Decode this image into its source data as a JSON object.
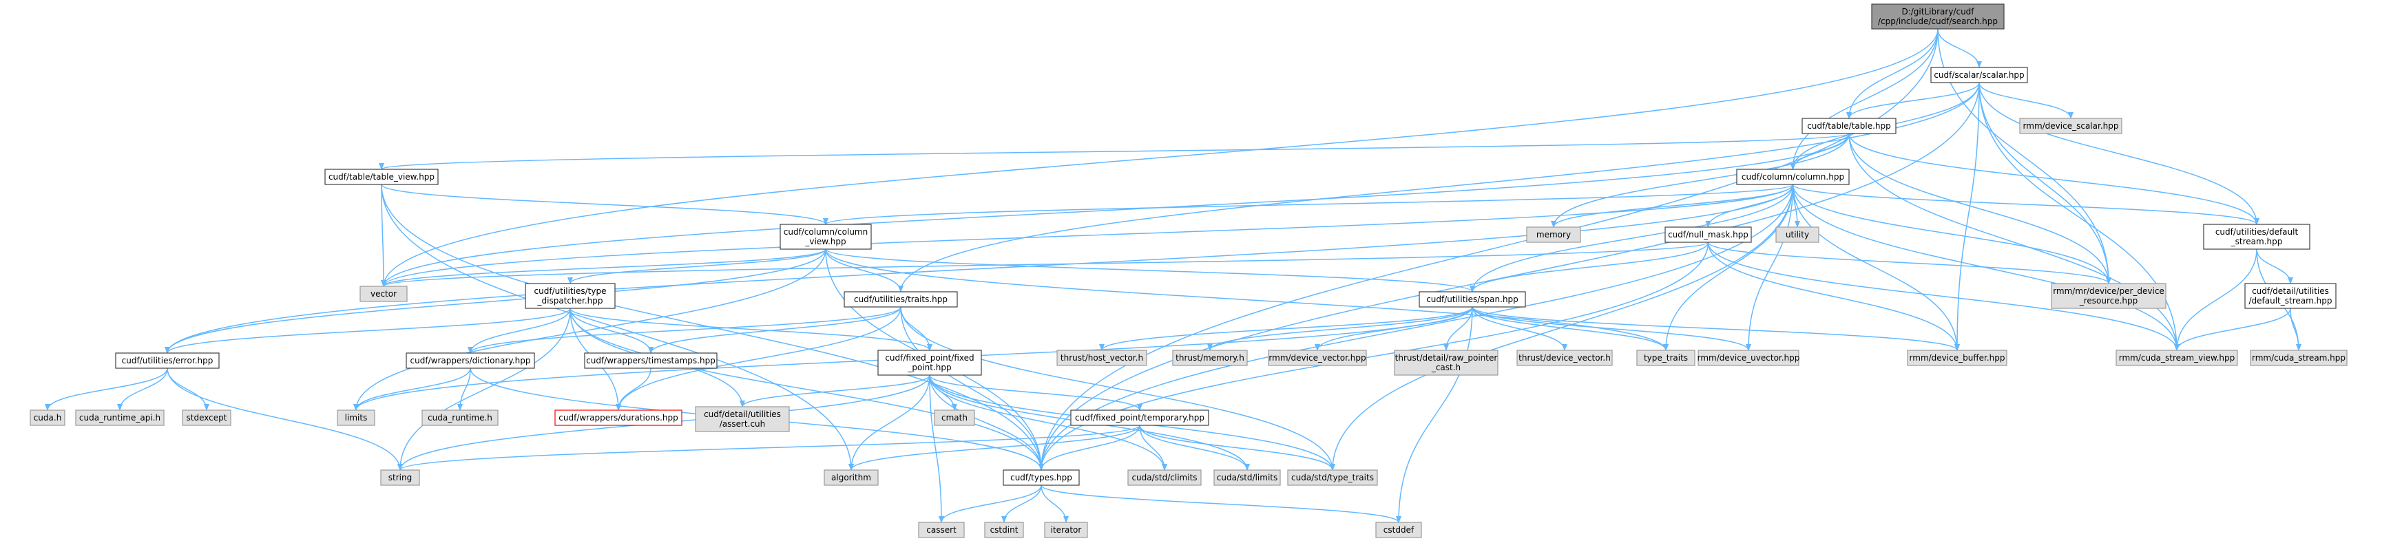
{
  "colors": {
    "edge": "#63b8ff",
    "node_fill": "#ffffff",
    "node_border": "#404040",
    "external_fill": "#e0e0e0",
    "external_border": "#999999",
    "root_fill": "#999999",
    "missing_border": "#ff0000"
  },
  "nodes": [
    {
      "id": "root",
      "lines": [
        "D:/gitLibrary/cudf",
        "/cpp/include/cudf/search.hpp"
      ],
      "kind": "root"
    },
    {
      "id": "scalar",
      "lines": [
        "cudf/scalar/scalar.hpp"
      ],
      "kind": "normal"
    },
    {
      "id": "rmm_scalar",
      "lines": [
        "rmm/device_scalar.hpp"
      ],
      "kind": "external"
    },
    {
      "id": "table",
      "lines": [
        "cudf/table/table.hpp"
      ],
      "kind": "normal"
    },
    {
      "id": "table_view",
      "lines": [
        "cudf/table/table_view.hpp"
      ],
      "kind": "normal"
    },
    {
      "id": "column",
      "lines": [
        "cudf/column/column.hpp"
      ],
      "kind": "normal"
    },
    {
      "id": "column_view",
      "lines": [
        "cudf/column/column",
        "_view.hpp"
      ],
      "kind": "normal"
    },
    {
      "id": "memory",
      "lines": [
        "memory"
      ],
      "kind": "external"
    },
    {
      "id": "utility",
      "lines": [
        "utility"
      ],
      "kind": "external"
    },
    {
      "id": "null_mask",
      "lines": [
        "cudf/null_mask.hpp"
      ],
      "kind": "normal"
    },
    {
      "id": "default_stream",
      "lines": [
        "cudf/utilities/default",
        "_stream.hpp"
      ],
      "kind": "normal"
    },
    {
      "id": "per_device",
      "lines": [
        "rmm/mr/device/per_device",
        "_resource.hpp"
      ],
      "kind": "external"
    },
    {
      "id": "vector",
      "lines": [
        "vector"
      ],
      "kind": "external"
    },
    {
      "id": "type_dispatcher",
      "lines": [
        "cudf/utilities/type",
        "_dispatcher.hpp"
      ],
      "kind": "normal"
    },
    {
      "id": "traits",
      "lines": [
        "cudf/utilities/traits.hpp"
      ],
      "kind": "normal"
    },
    {
      "id": "span",
      "lines": [
        "cudf/utilities/span.hpp"
      ],
      "kind": "normal"
    },
    {
      "id": "detail_default_stream",
      "lines": [
        "cudf/detail/utilities",
        "/default_stream.hpp"
      ],
      "kind": "normal"
    },
    {
      "id": "error",
      "lines": [
        "cudf/utilities/error.hpp"
      ],
      "kind": "normal"
    },
    {
      "id": "dictionary",
      "lines": [
        "cudf/wrappers/dictionary.hpp"
      ],
      "kind": "normal"
    },
    {
      "id": "timestamps",
      "lines": [
        "cudf/wrappers/timestamps.hpp"
      ],
      "kind": "normal"
    },
    {
      "id": "fixed_point",
      "lines": [
        "cudf/fixed_point/fixed",
        "_point.hpp"
      ],
      "kind": "normal"
    },
    {
      "id": "thrust_host_vector",
      "lines": [
        "thrust/host_vector.h"
      ],
      "kind": "external"
    },
    {
      "id": "thrust_memory",
      "lines": [
        "thrust/memory.h"
      ],
      "kind": "external"
    },
    {
      "id": "rmm_device_vector",
      "lines": [
        "rmm/device_vector.hpp"
      ],
      "kind": "external"
    },
    {
      "id": "thrust_raw_pointer",
      "lines": [
        "thrust/detail/raw_pointer",
        "_cast.h"
      ],
      "kind": "external"
    },
    {
      "id": "thrust_device_vector",
      "lines": [
        "thrust/device_vector.h"
      ],
      "kind": "external"
    },
    {
      "id": "type_traits",
      "lines": [
        "type_traits"
      ],
      "kind": "external"
    },
    {
      "id": "rmm_device_uvector",
      "lines": [
        "rmm/device_uvector.hpp"
      ],
      "kind": "external"
    },
    {
      "id": "rmm_device_buffer",
      "lines": [
        "rmm/device_buffer.hpp"
      ],
      "kind": "external"
    },
    {
      "id": "rmm_cuda_stream_view",
      "lines": [
        "rmm/cuda_stream_view.hpp"
      ],
      "kind": "external"
    },
    {
      "id": "rmm_cuda_stream",
      "lines": [
        "rmm/cuda_stream.hpp"
      ],
      "kind": "external"
    },
    {
      "id": "cuda_h",
      "lines": [
        "cuda.h"
      ],
      "kind": "external"
    },
    {
      "id": "cuda_runtime_api",
      "lines": [
        "cuda_runtime_api.h"
      ],
      "kind": "external"
    },
    {
      "id": "stdexcept",
      "lines": [
        "stdexcept"
      ],
      "kind": "external"
    },
    {
      "id": "limits",
      "lines": [
        "limits"
      ],
      "kind": "external"
    },
    {
      "id": "cuda_runtime",
      "lines": [
        "cuda_runtime.h"
      ],
      "kind": "external"
    },
    {
      "id": "durations",
      "lines": [
        "cudf/wrappers/durations.hpp"
      ],
      "kind": "missing"
    },
    {
      "id": "assert_cuh",
      "lines": [
        "cudf/detail/utilities",
        "/assert.cuh"
      ],
      "kind": "external"
    },
    {
      "id": "cmath",
      "lines": [
        "cmath"
      ],
      "kind": "external"
    },
    {
      "id": "temporary",
      "lines": [
        "cudf/fixed_point/temporary.hpp"
      ],
      "kind": "normal"
    },
    {
      "id": "string",
      "lines": [
        "string"
      ],
      "kind": "external"
    },
    {
      "id": "algorithm",
      "lines": [
        "algorithm"
      ],
      "kind": "external"
    },
    {
      "id": "types",
      "lines": [
        "cudf/types.hpp"
      ],
      "kind": "normal"
    },
    {
      "id": "cuda_std_climits",
      "lines": [
        "cuda/std/climits"
      ],
      "kind": "external"
    },
    {
      "id": "cuda_std_limits",
      "lines": [
        "cuda/std/limits"
      ],
      "kind": "external"
    },
    {
      "id": "cuda_std_type_traits",
      "lines": [
        "cuda/std/type_traits"
      ],
      "kind": "external"
    },
    {
      "id": "cassert",
      "lines": [
        "cassert"
      ],
      "kind": "external"
    },
    {
      "id": "cstdint",
      "lines": [
        "cstdint"
      ],
      "kind": "external"
    },
    {
      "id": "iterator",
      "lines": [
        "iterator"
      ],
      "kind": "external"
    },
    {
      "id": "cstddef",
      "lines": [
        "cstddef"
      ],
      "kind": "external"
    }
  ],
  "edges": [
    [
      "root",
      "scalar"
    ],
    [
      "root",
      "table"
    ],
    [
      "root",
      "column"
    ],
    [
      "root",
      "vector"
    ],
    [
      "root",
      "per_device"
    ],
    [
      "root",
      "types"
    ],
    [
      "scalar",
      "rmm_scalar"
    ],
    [
      "scalar",
      "table"
    ],
    [
      "scalar",
      "column"
    ],
    [
      "scalar",
      "traits"
    ],
    [
      "scalar",
      "default_stream"
    ],
    [
      "scalar",
      "per_device"
    ],
    [
      "scalar",
      "rmm_cuda_stream_view"
    ],
    [
      "scalar",
      "rmm_device_buffer"
    ],
    [
      "scalar",
      "types"
    ],
    [
      "table",
      "table_view"
    ],
    [
      "table",
      "column"
    ],
    [
      "table",
      "default_stream"
    ],
    [
      "table",
      "per_device"
    ],
    [
      "table",
      "memory"
    ],
    [
      "table",
      "vector"
    ],
    [
      "table",
      "rmm_cuda_stream_view"
    ],
    [
      "table_view",
      "column_view"
    ],
    [
      "table_view",
      "vector"
    ],
    [
      "table_view",
      "types"
    ],
    [
      "table_view",
      "algorithm"
    ],
    [
      "column",
      "column_view"
    ],
    [
      "column",
      "null_mask"
    ],
    [
      "column",
      "memory"
    ],
    [
      "column",
      "utility"
    ],
    [
      "column",
      "default_stream"
    ],
    [
      "column",
      "per_device"
    ],
    [
      "column",
      "span"
    ],
    [
      "column",
      "type_traits"
    ],
    [
      "column",
      "rmm_device_uvector"
    ],
    [
      "column",
      "rmm_device_buffer"
    ],
    [
      "column",
      "rmm_cuda_stream_view"
    ],
    [
      "column",
      "vector"
    ],
    [
      "column",
      "error"
    ],
    [
      "column",
      "types"
    ],
    [
      "column",
      "cuda_std_type_traits"
    ],
    [
      "column_view",
      "type_dispatcher"
    ],
    [
      "column_view",
      "traits"
    ],
    [
      "column_view",
      "span"
    ],
    [
      "column_view",
      "vector"
    ],
    [
      "column_view",
      "error"
    ],
    [
      "column_view",
      "limits"
    ],
    [
      "column_view",
      "types"
    ],
    [
      "column_view",
      "type_traits"
    ],
    [
      "null_mask",
      "span"
    ],
    [
      "null_mask",
      "per_device"
    ],
    [
      "null_mask",
      "rmm_device_buffer"
    ],
    [
      "null_mask",
      "vector"
    ],
    [
      "null_mask",
      "types"
    ],
    [
      "null_mask",
      "rmm_cuda_stream_view"
    ],
    [
      "default_stream",
      "detail_default_stream"
    ],
    [
      "default_stream",
      "rmm_cuda_stream_view"
    ],
    [
      "default_stream",
      "rmm_cuda_stream"
    ],
    [
      "detail_default_stream",
      "rmm_cuda_stream_view"
    ],
    [
      "detail_default_stream",
      "rmm_cuda_stream"
    ],
    [
      "type_dispatcher",
      "error"
    ],
    [
      "type_dispatcher",
      "dictionary"
    ],
    [
      "type_dispatcher",
      "timestamps"
    ],
    [
      "type_dispatcher",
      "durations"
    ],
    [
      "type_dispatcher",
      "fixed_point"
    ],
    [
      "type_dispatcher",
      "assert_cuh"
    ],
    [
      "type_dispatcher",
      "types"
    ],
    [
      "type_dispatcher",
      "string"
    ],
    [
      "traits",
      "dictionary"
    ],
    [
      "traits",
      "timestamps"
    ],
    [
      "traits",
      "durations"
    ],
    [
      "traits",
      "fixed_point"
    ],
    [
      "traits",
      "types"
    ],
    [
      "traits",
      "cuda_std_type_traits"
    ],
    [
      "span",
      "thrust_host_vector"
    ],
    [
      "span",
      "thrust_memory"
    ],
    [
      "span",
      "rmm_device_vector"
    ],
    [
      "span",
      "thrust_raw_pointer"
    ],
    [
      "span",
      "thrust_device_vector"
    ],
    [
      "span",
      "type_traits"
    ],
    [
      "span",
      "rmm_device_uvector"
    ],
    [
      "span",
      "rmm_device_buffer"
    ],
    [
      "span",
      "cstddef"
    ],
    [
      "span",
      "limits"
    ],
    [
      "error",
      "cuda_h"
    ],
    [
      "error",
      "cuda_runtime_api"
    ],
    [
      "error",
      "stdexcept"
    ],
    [
      "error",
      "string"
    ],
    [
      "dictionary",
      "cuda_runtime"
    ],
    [
      "dictionary",
      "limits"
    ],
    [
      "dictionary",
      "types"
    ],
    [
      "timestamps",
      "durations"
    ],
    [
      "fixed_point",
      "assert_cuh"
    ],
    [
      "fixed_point",
      "cmath"
    ],
    [
      "fixed_point",
      "temporary"
    ],
    [
      "fixed_point",
      "types"
    ],
    [
      "fixed_point",
      "cuda_std_climits"
    ],
    [
      "fixed_point",
      "cuda_std_limits"
    ],
    [
      "fixed_point",
      "cuda_std_type_traits"
    ],
    [
      "fixed_point",
      "algorithm"
    ],
    [
      "fixed_point",
      "cassert"
    ],
    [
      "fixed_point",
      "string"
    ],
    [
      "temporary",
      "types"
    ],
    [
      "temporary",
      "cuda_std_climits"
    ],
    [
      "temporary",
      "cuda_std_limits"
    ],
    [
      "temporary",
      "cuda_std_type_traits"
    ],
    [
      "temporary",
      "algorithm"
    ],
    [
      "temporary",
      "string"
    ],
    [
      "types",
      "cassert"
    ],
    [
      "types",
      "cstdint"
    ],
    [
      "types",
      "iterator"
    ],
    [
      "types",
      "cstddef"
    ]
  ]
}
